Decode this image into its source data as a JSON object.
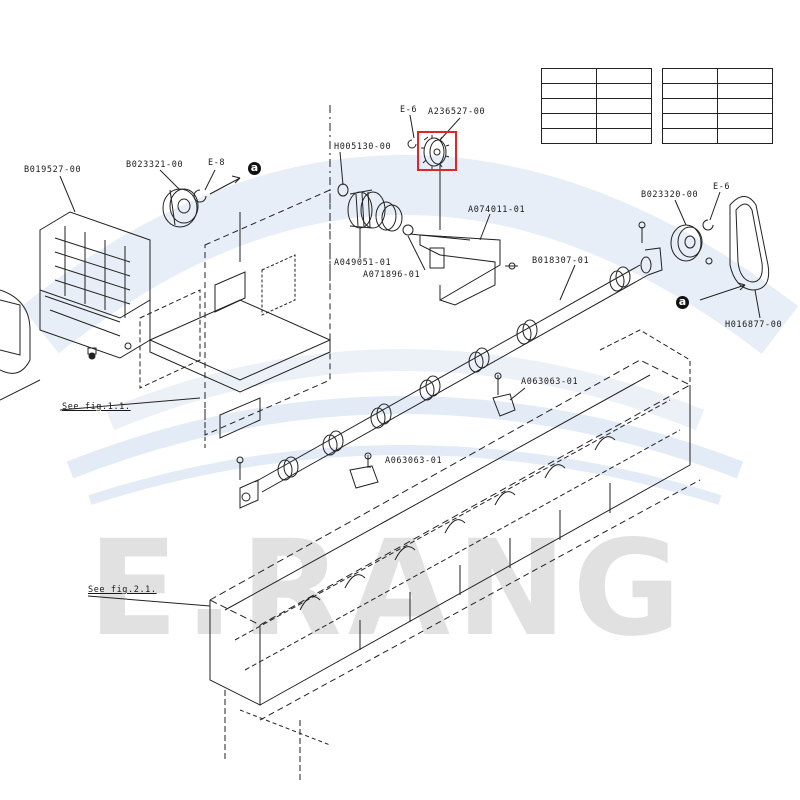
{
  "watermark": {
    "brand": "E.RANG",
    "color": "#b8cde8"
  },
  "part_labels": {
    "b019527": "B019527-00",
    "b023321": "B023321-00",
    "e8": "E-8",
    "h005130": "H005130-00",
    "e6_top": "E-6",
    "a236527": "A236527-00",
    "a074011": "A074011-01",
    "a049051": "A049051-01",
    "a071896": "A071896-01",
    "b018307": "B018307-01",
    "b023320": "B023320-00",
    "e6_right": "E-6",
    "h016877": "H016877-00",
    "a063063_a": "A063063-01",
    "a063063_b": "A063063-01"
  },
  "references": {
    "fig_1_1": "See fig.1.1.",
    "fig_2_1": "See fig.2.1."
  },
  "callouts": {
    "a_left": "a",
    "a_right": "a"
  },
  "highlight_color": "#e0252b",
  "highlighted_part": "A236527-00"
}
